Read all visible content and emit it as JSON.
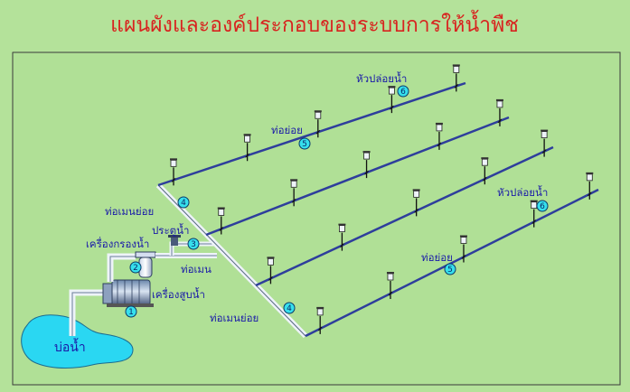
{
  "title": "แผนผังและองค์ประกอบของระบบการให้น้ำพืช",
  "labels": {
    "pond": "บ่อน้ำ",
    "pump": "เครื่องสูบน้ำ",
    "filter": "เครื่องกรองน้ำ",
    "valve": "ประตูน้ำ",
    "main_pipe": "ท่อเมน",
    "submain_upper": "ท่อเมนย่อย",
    "submain_lower": "ท่อเมนย่อย",
    "lateral_upper": "ท่อย่อย",
    "lateral_lower": "ท่อย่อย",
    "emitter_upper": "หัวปล่อยน้ำ",
    "emitter_lower": "หัวปล่อยน้ำ"
  },
  "markers": {
    "pump": "1",
    "filter": "2",
    "valve": "3",
    "submain_upper": "4",
    "submain_lower": "4",
    "lateral_upper": "5",
    "lateral_lower": "5",
    "emitter_upper": "6",
    "emitter_lower": "6"
  },
  "colors": {
    "background": "#b4e29a",
    "title": "#d8231f",
    "label": "#1a1aa8",
    "pipe_lateral": "#2e3e9c",
    "pond": "#2ad7f2",
    "marker": "#36e0ec"
  }
}
